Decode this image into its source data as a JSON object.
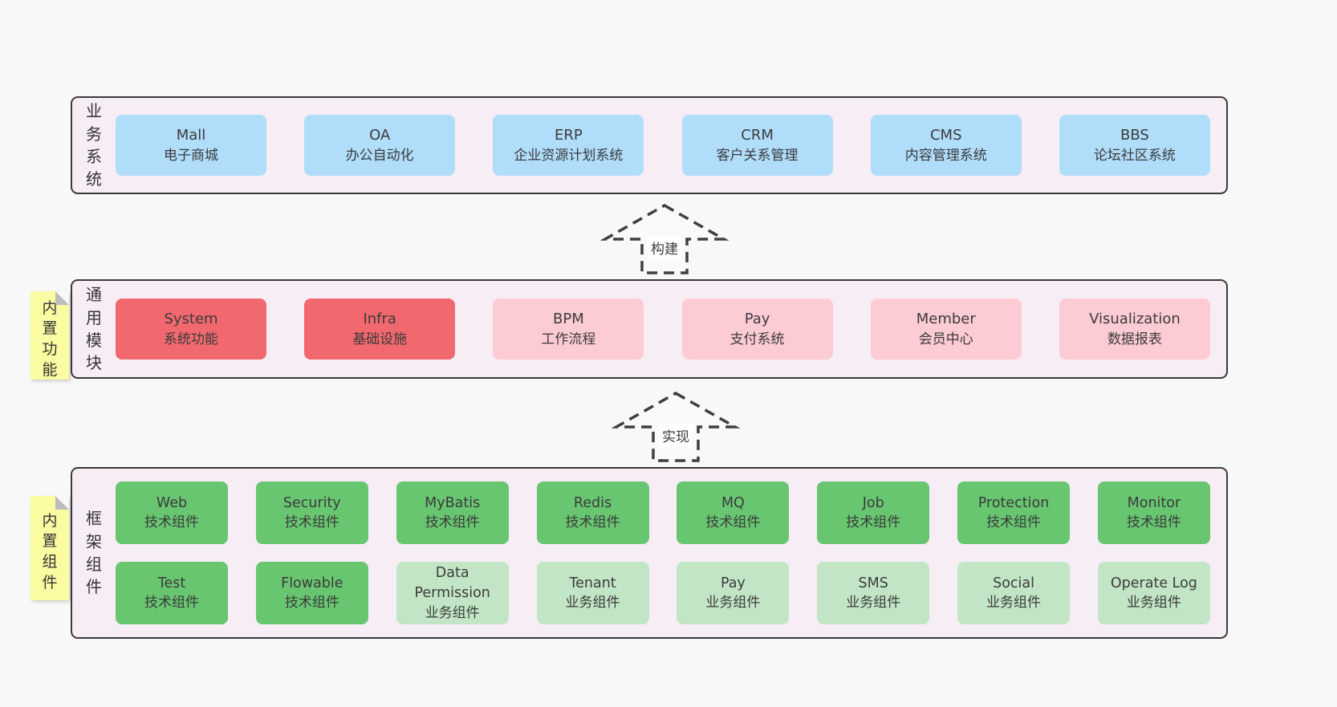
{
  "colors": {
    "page_bg": "#f8f8f8",
    "panel_bg": "#f7edf5",
    "panel_border": "#3a3a3a",
    "blue": "#b0ddfa",
    "red": "#f1696f",
    "pink": "#fdcbd4",
    "green": "#68c671",
    "green_light": "#c2e6c5",
    "sticky_yellow": "#fbfba2",
    "arrow_stroke": "#3f3f3f"
  },
  "panels": [
    {
      "label": "业务系统",
      "rows": [
        [
          {
            "title": "Mall",
            "subtitle": "电子商城",
            "variant": "blue"
          },
          {
            "title": "OA",
            "subtitle": "办公自动化",
            "variant": "blue"
          },
          {
            "title": "ERP",
            "subtitle": "企业资源计划系统",
            "variant": "blue"
          },
          {
            "title": "CRM",
            "subtitle": "客户关系管理",
            "variant": "blue"
          },
          {
            "title": "CMS",
            "subtitle": "内容管理系统",
            "variant": "blue"
          },
          {
            "title": "BBS",
            "subtitle": "论坛社区系统",
            "variant": "blue"
          }
        ]
      ]
    },
    {
      "label": "通用模块",
      "rows": [
        [
          {
            "title": "System",
            "subtitle": "系统功能",
            "variant": "red"
          },
          {
            "title": "Infra",
            "subtitle": "基础设施",
            "variant": "red"
          },
          {
            "title": "BPM",
            "subtitle": "工作流程",
            "variant": "pink"
          },
          {
            "title": "Pay",
            "subtitle": "支付系统",
            "variant": "pink"
          },
          {
            "title": "Member",
            "subtitle": "会员中心",
            "variant": "pink"
          },
          {
            "title": "Visualization",
            "subtitle": "数据报表",
            "variant": "pink"
          }
        ]
      ]
    },
    {
      "label": "框架组件",
      "rows": [
        [
          {
            "title": "Web",
            "subtitle": "技术组件",
            "variant": "green"
          },
          {
            "title": "Security",
            "subtitle": "技术组件",
            "variant": "green"
          },
          {
            "title": "MyBatis",
            "subtitle": "技术组件",
            "variant": "green"
          },
          {
            "title": "Redis",
            "subtitle": "技术组件",
            "variant": "green"
          },
          {
            "title": "MQ",
            "subtitle": "技术组件",
            "variant": "green"
          },
          {
            "title": "Job",
            "subtitle": "技术组件",
            "variant": "green"
          },
          {
            "title": "Protection",
            "subtitle": "技术组件",
            "variant": "green"
          },
          {
            "title": "Monitor",
            "subtitle": "技术组件",
            "variant": "green"
          }
        ],
        [
          {
            "title": "Test",
            "subtitle": "技术组件",
            "variant": "green"
          },
          {
            "title": "Flowable",
            "subtitle": "技术组件",
            "variant": "green"
          },
          {
            "title": "Data Permission",
            "subtitle": "业务组件",
            "variant": "green-light"
          },
          {
            "title": "Tenant",
            "subtitle": "业务组件",
            "variant": "green-light"
          },
          {
            "title": "Pay",
            "subtitle": "业务组件",
            "variant": "green-light"
          },
          {
            "title": "SMS",
            "subtitle": "业务组件",
            "variant": "green-light"
          },
          {
            "title": "Social",
            "subtitle": "业务组件",
            "variant": "green-light"
          },
          {
            "title": "Operate Log",
            "subtitle": "业务组件",
            "variant": "green-light"
          }
        ]
      ]
    }
  ],
  "arrows": [
    {
      "label": "构建"
    },
    {
      "label": "实现"
    }
  ],
  "stickies": [
    {
      "label": "内置功能"
    },
    {
      "label": "内置组件"
    }
  ]
}
